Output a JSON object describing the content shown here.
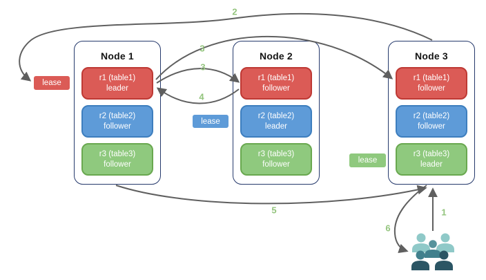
{
  "nodes": [
    {
      "title": "Node 1",
      "replicas": [
        {
          "name": "r1 (table1)",
          "role": "leader",
          "color": "red"
        },
        {
          "name": "r2 (table2)",
          "role": "follower",
          "color": "blue"
        },
        {
          "name": "r3 (table3)",
          "role": "follower",
          "color": "green"
        }
      ]
    },
    {
      "title": "Node 2",
      "replicas": [
        {
          "name": "r1 (table1)",
          "role": "follower",
          "color": "red"
        },
        {
          "name": "r2 (table2)",
          "role": "leader",
          "color": "blue"
        },
        {
          "name": "r3 (table3)",
          "role": "follower",
          "color": "green"
        }
      ]
    },
    {
      "title": "Node 3",
      "replicas": [
        {
          "name": "r1 (table1)",
          "role": "follower",
          "color": "red"
        },
        {
          "name": "r2 (table2)",
          "role": "follower",
          "color": "blue"
        },
        {
          "name": "r3 (table3)",
          "role": "leader",
          "color": "green"
        }
      ]
    }
  ],
  "leases": [
    {
      "label": "lease",
      "color": "red"
    },
    {
      "label": "lease",
      "color": "blue"
    },
    {
      "label": "lease",
      "color": "green"
    }
  ],
  "steps": [
    "1",
    "2",
    "3",
    "3",
    "4",
    "5",
    "6"
  ],
  "icons": {
    "users_group": "group of five user silhouettes"
  },
  "colors": {
    "red-fill": "#DB5B56",
    "red-border": "#BE3934",
    "blue-fill": "#5E9BD8",
    "blue-border": "#3D7EBE",
    "green-fill": "#8FC97E",
    "green-border": "#69A84F",
    "node-border": "#24386B",
    "arrow": "#5F5F5F",
    "label-green": "#93C47D",
    "teal-light": "#8FC9C8",
    "teal-mid": "#41808D",
    "teal-midhead": "#57939C",
    "teal-dark": "#2B5564"
  }
}
